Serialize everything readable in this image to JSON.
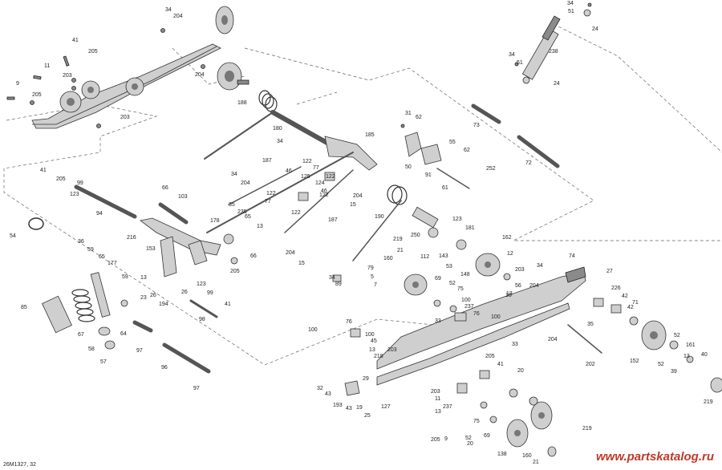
{
  "diagram": {
    "code": "26M1327, 32",
    "watermark": "www.partskatalog.ru",
    "callouts": [
      {
        "t": "34"
      },
      {
        "t": "204"
      },
      {
        "t": "41"
      },
      {
        "t": "205"
      },
      {
        "t": "11"
      },
      {
        "t": "203"
      },
      {
        "t": "9"
      },
      {
        "t": "205"
      },
      {
        "t": "203"
      },
      {
        "t": "204"
      },
      {
        "t": "188"
      },
      {
        "t": "180"
      },
      {
        "t": "34"
      },
      {
        "t": "185"
      },
      {
        "t": "31"
      },
      {
        "t": "62"
      },
      {
        "t": "73"
      },
      {
        "t": "55"
      },
      {
        "t": "62"
      },
      {
        "t": "50"
      },
      {
        "t": "91"
      },
      {
        "t": "252"
      },
      {
        "t": "61"
      },
      {
        "t": "72"
      },
      {
        "t": "34"
      },
      {
        "t": "51"
      },
      {
        "t": "24"
      },
      {
        "t": "238"
      },
      {
        "t": "34"
      },
      {
        "t": "51"
      },
      {
        "t": "24"
      },
      {
        "t": "41"
      },
      {
        "t": "205"
      },
      {
        "t": "99"
      },
      {
        "t": "123"
      },
      {
        "t": "187"
      },
      {
        "t": "46"
      },
      {
        "t": "125"
      },
      {
        "t": "77"
      },
      {
        "t": "122"
      },
      {
        "t": "122"
      },
      {
        "t": "122"
      },
      {
        "t": "124"
      },
      {
        "t": "46"
      },
      {
        "t": "34"
      },
      {
        "t": "204"
      },
      {
        "t": "77"
      },
      {
        "t": "122"
      },
      {
        "t": "204"
      },
      {
        "t": "15"
      },
      {
        "t": "66"
      },
      {
        "t": "103"
      },
      {
        "t": "94"
      },
      {
        "t": "35"
      },
      {
        "t": "235"
      },
      {
        "t": "178"
      },
      {
        "t": "65"
      },
      {
        "t": "13"
      },
      {
        "t": "122"
      },
      {
        "t": "187"
      },
      {
        "t": "190"
      },
      {
        "t": "204"
      },
      {
        "t": "15"
      },
      {
        "t": "54"
      },
      {
        "t": "216"
      },
      {
        "t": "153"
      },
      {
        "t": "36"
      },
      {
        "t": "59"
      },
      {
        "t": "65"
      },
      {
        "t": "177"
      },
      {
        "t": "59"
      },
      {
        "t": "85"
      },
      {
        "t": "67"
      },
      {
        "t": "58"
      },
      {
        "t": "57"
      },
      {
        "t": "64"
      },
      {
        "t": "13"
      },
      {
        "t": "23"
      },
      {
        "t": "26"
      },
      {
        "t": "194"
      },
      {
        "t": "205"
      },
      {
        "t": "66"
      },
      {
        "t": "123"
      },
      {
        "t": "99"
      },
      {
        "t": "41"
      },
      {
        "t": "26"
      },
      {
        "t": "98"
      },
      {
        "t": "97"
      },
      {
        "t": "96"
      },
      {
        "t": "97"
      },
      {
        "t": "219"
      },
      {
        "t": "21"
      },
      {
        "t": "160"
      },
      {
        "t": "79"
      },
      {
        "t": "5"
      },
      {
        "t": "34"
      },
      {
        "t": "89"
      },
      {
        "t": "7"
      },
      {
        "t": "250"
      },
      {
        "t": "123"
      },
      {
        "t": "181"
      },
      {
        "t": "143"
      },
      {
        "t": "53"
      },
      {
        "t": "162"
      },
      {
        "t": "112"
      },
      {
        "t": "69"
      },
      {
        "t": "148"
      },
      {
        "t": "12"
      },
      {
        "t": "203"
      },
      {
        "t": "56"
      },
      {
        "t": "13"
      },
      {
        "t": "52"
      },
      {
        "t": "75"
      },
      {
        "t": "237"
      },
      {
        "t": "76"
      },
      {
        "t": "100"
      },
      {
        "t": "100"
      },
      {
        "t": "33"
      },
      {
        "t": "100"
      },
      {
        "t": "76"
      },
      {
        "t": "100"
      },
      {
        "t": "45"
      },
      {
        "t": "13"
      },
      {
        "t": "74"
      },
      {
        "t": "34"
      },
      {
        "t": "204"
      },
      {
        "t": "16"
      },
      {
        "t": "27"
      },
      {
        "t": "226"
      },
      {
        "t": "42"
      },
      {
        "t": "71"
      },
      {
        "t": "35"
      },
      {
        "t": "42"
      },
      {
        "t": "52"
      },
      {
        "t": "13"
      },
      {
        "t": "161"
      },
      {
        "t": "40"
      },
      {
        "t": "39"
      },
      {
        "t": "52"
      },
      {
        "t": "152"
      },
      {
        "t": "204"
      },
      {
        "t": "202"
      },
      {
        "t": "203"
      },
      {
        "t": "218"
      },
      {
        "t": "33"
      },
      {
        "t": "205"
      },
      {
        "t": "41"
      },
      {
        "t": "20"
      },
      {
        "t": "29"
      },
      {
        "t": "32"
      },
      {
        "t": "43"
      },
      {
        "t": "193"
      },
      {
        "t": "43"
      },
      {
        "t": "19"
      },
      {
        "t": "25"
      },
      {
        "t": "127"
      },
      {
        "t": "203"
      },
      {
        "t": "11"
      },
      {
        "t": "13"
      },
      {
        "t": "237"
      },
      {
        "t": "75"
      },
      {
        "t": "52"
      },
      {
        "t": "20"
      },
      {
        "t": "205"
      },
      {
        "t": "9"
      },
      {
        "t": "69"
      },
      {
        "t": "219"
      },
      {
        "t": "21"
      },
      {
        "t": "138"
      },
      {
        "t": "160"
      },
      {
        "t": "219"
      }
    ]
  }
}
